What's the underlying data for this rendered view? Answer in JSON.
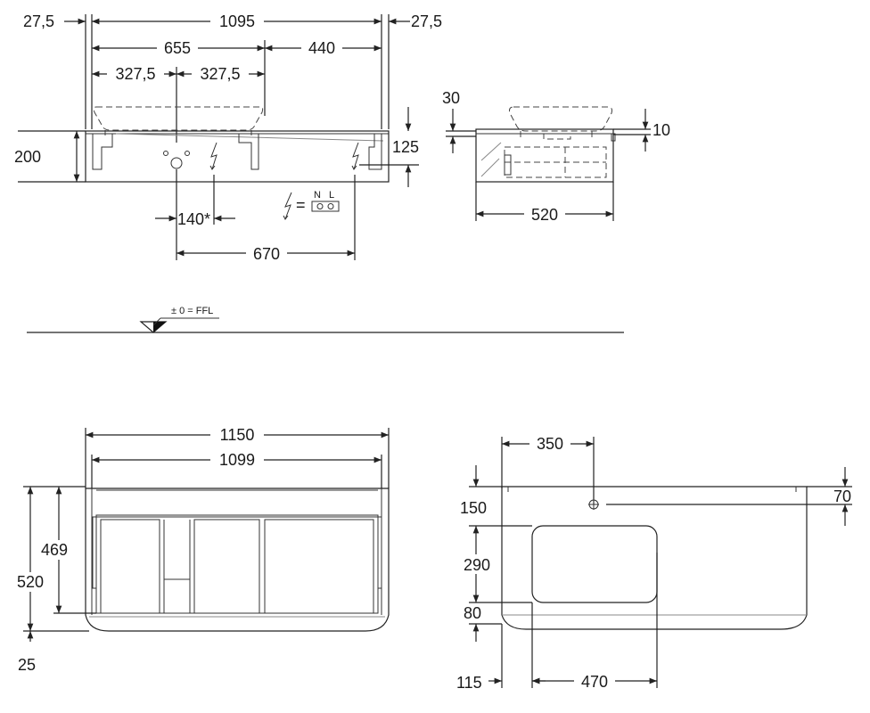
{
  "front_view": {
    "overall_width": "1095",
    "left_margin": "27,5",
    "right_margin": "27,5",
    "left_part": "655",
    "right_part": "440",
    "half_left": "327,5",
    "half_right": "327,5",
    "height": "200",
    "outlet_height": "125",
    "outlet_offset": "140*",
    "outlet_spacing": "670"
  },
  "socket_legend": {
    "equals": "=",
    "neutral": "N",
    "live": "L"
  },
  "side_view": {
    "basin_height": "30",
    "top_thickness": "10",
    "depth": "520"
  },
  "floor": {
    "label": "± 0 = FFL"
  },
  "cabinet_front": {
    "outer_width": "1150",
    "inner_width": "1099",
    "cabinet_height": "469",
    "overall_height": "520",
    "bottom_gap": "25"
  },
  "top_view": {
    "tap_offset": "350",
    "front_offset": "150",
    "tap_edge": "70",
    "bowl_depth": "290",
    "rear_gap": "80",
    "side_offset": "115",
    "bowl_width": "470"
  }
}
